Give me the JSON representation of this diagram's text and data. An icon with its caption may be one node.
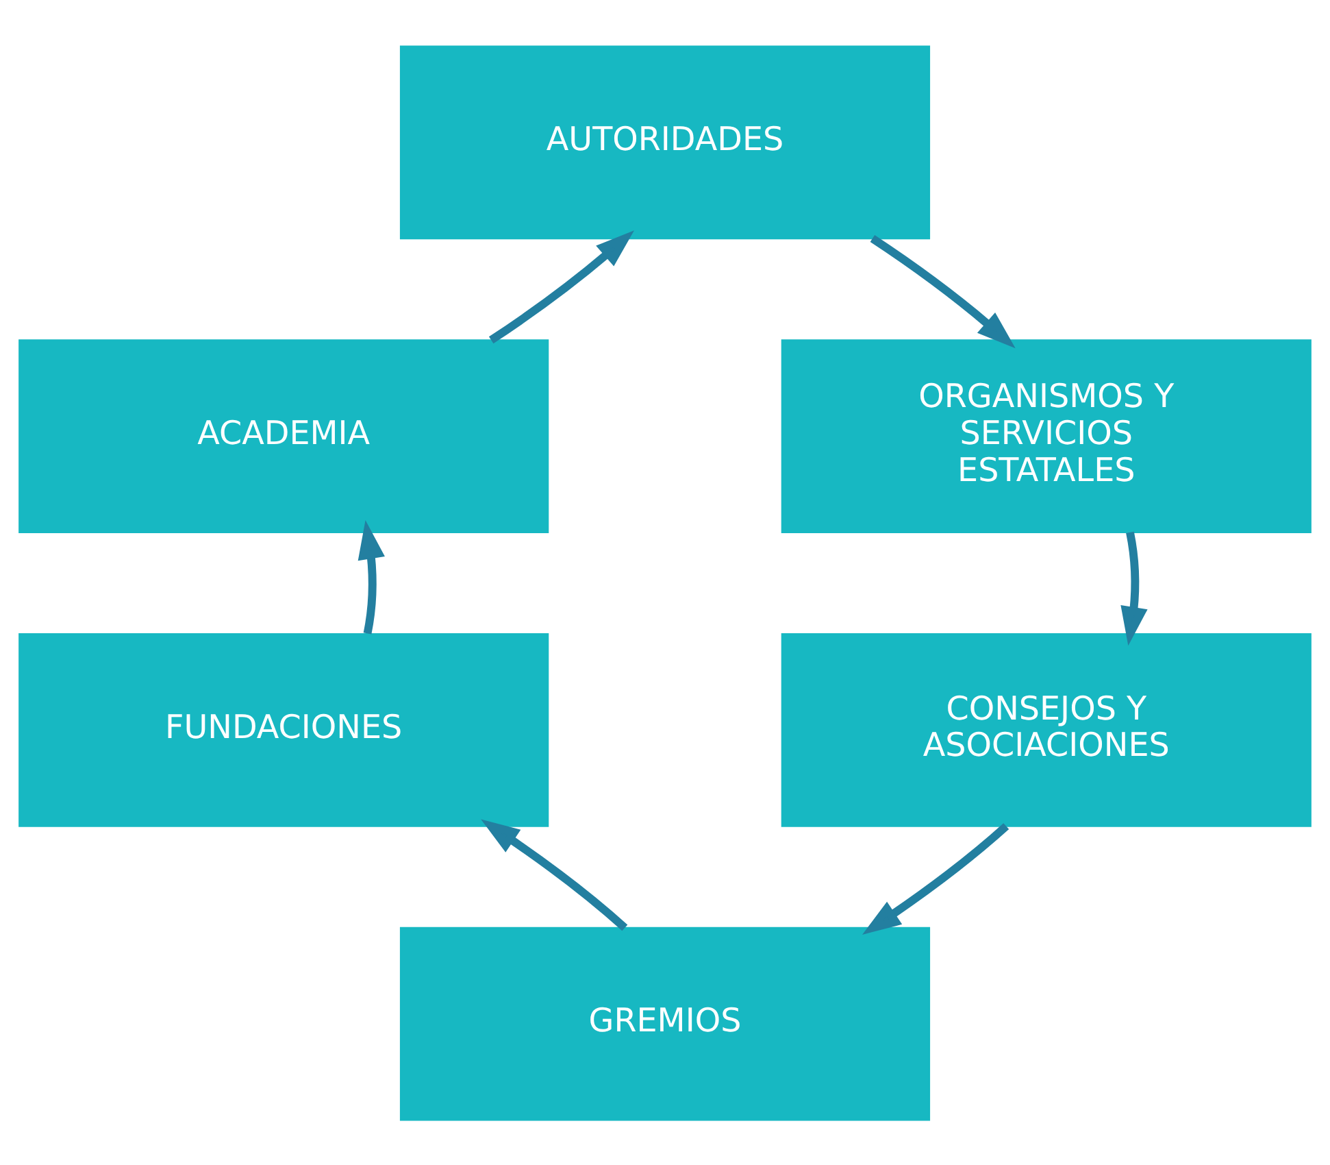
{
  "diagram": {
    "nodes": [
      {
        "text": [
          "AUTORIDADES"
        ]
      },
      {
        "text": [
          "ORGANISMOS Y SERVICIOS ESTATALES"
        ]
      },
      {
        "text": [
          "CONSEJOS Y ASOCIACIONES"
        ]
      },
      {
        "text": [
          "GREMIOS"
        ]
      },
      {
        "text": [
          "FUNDACIONES"
        ]
      },
      {
        "text": [
          "ACADEMIA"
        ]
      }
    ],
    "edges": [
      {
        "from": 0,
        "to": 1,
        "arrow": "to"
      },
      {
        "from": 1,
        "to": 2,
        "arrow": "to"
      },
      {
        "from": 2,
        "to": 3,
        "arrow": "to"
      },
      {
        "from": 3,
        "to": 4,
        "arrow": "to"
      },
      {
        "from": 4,
        "to": 5,
        "arrow": "to"
      },
      {
        "from": 5,
        "to": 0,
        "arrow": "to"
      }
    ]
  }
}
